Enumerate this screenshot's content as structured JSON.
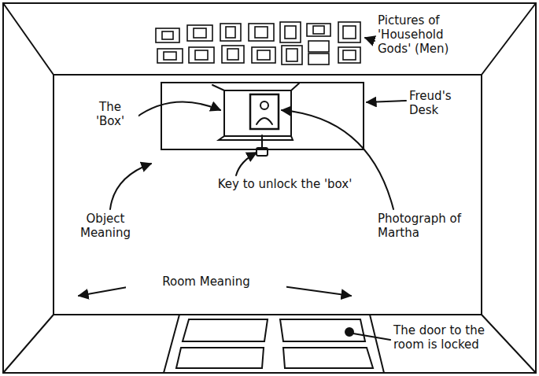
{
  "diagram": {
    "labels": [
      "Pictures of 'Household Gods' (Men)",
      "Freud's Desk",
      "The 'Box'",
      "Key to unlock the 'box'",
      "Photograph of Martha",
      "Object Meaning",
      "Room Meaning",
      "The door to the room is locked"
    ]
  }
}
